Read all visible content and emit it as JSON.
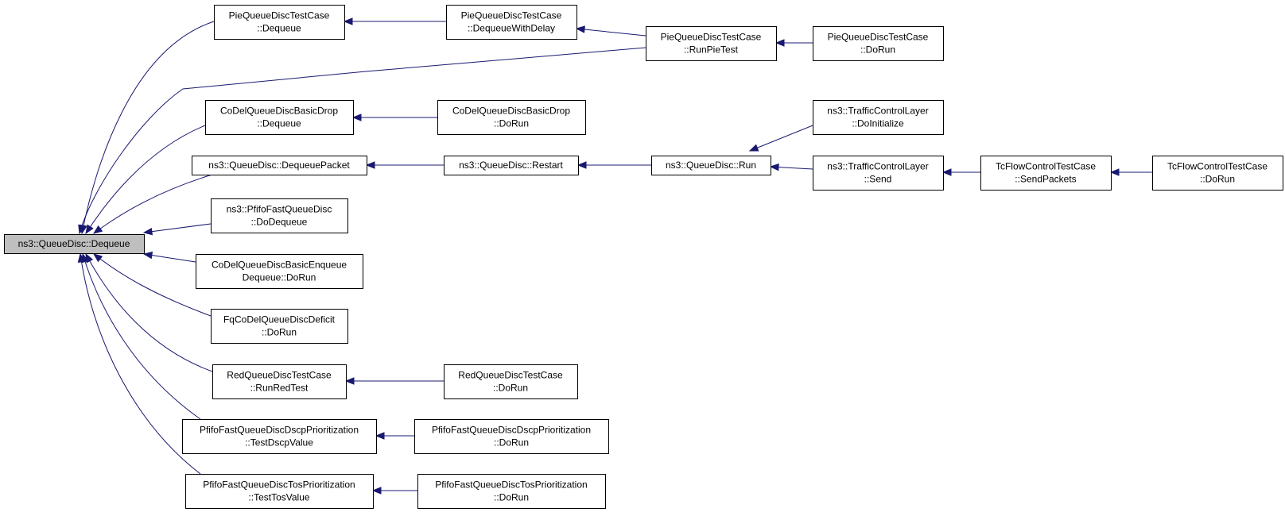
{
  "colors": {
    "edge": "#191970",
    "node_border": "#000000",
    "node_fill": "#ffffff",
    "focus_fill": "#bfbfbf"
  },
  "nodes": [
    {
      "id": "qd_dequeue",
      "lines": [
        "ns3::QueueDisc::Dequeue"
      ],
      "focus": true
    },
    {
      "id": "pie_dequeue",
      "lines": [
        "PieQueueDiscTestCase",
        "::Dequeue"
      ]
    },
    {
      "id": "pie_dequeue_delay",
      "lines": [
        "PieQueueDiscTestCase",
        "::DequeueWithDelay"
      ]
    },
    {
      "id": "pie_runpietest",
      "lines": [
        "PieQueueDiscTestCase",
        "::RunPieTest"
      ]
    },
    {
      "id": "pie_dorun",
      "lines": [
        "PieQueueDiscTestCase",
        "::DoRun"
      ]
    },
    {
      "id": "codel_drop_dequeue",
      "lines": [
        "CoDelQueueDiscBasicDrop",
        "::Dequeue"
      ]
    },
    {
      "id": "codel_drop_dorun",
      "lines": [
        "CoDelQueueDiscBasicDrop",
        "::DoRun"
      ]
    },
    {
      "id": "qd_dequeuepacket",
      "lines": [
        "ns3::QueueDisc::DequeuePacket"
      ]
    },
    {
      "id": "qd_restart",
      "lines": [
        "ns3::QueueDisc::Restart"
      ]
    },
    {
      "id": "qd_run",
      "lines": [
        "ns3::QueueDisc::Run"
      ]
    },
    {
      "id": "tcl_doinit",
      "lines": [
        "ns3::TrafficControlLayer",
        "::DoInitialize"
      ]
    },
    {
      "id": "tcl_send",
      "lines": [
        "ns3::TrafficControlLayer",
        "::Send"
      ]
    },
    {
      "id": "tcflow_send",
      "lines": [
        "TcFlowControlTestCase",
        "::SendPackets"
      ]
    },
    {
      "id": "tcflow_dorun",
      "lines": [
        "TcFlowControlTestCase",
        "::DoRun"
      ]
    },
    {
      "id": "pfifo_dodequeue",
      "lines": [
        "ns3::PfifoFastQueueDisc",
        "::DoDequeue"
      ]
    },
    {
      "id": "codel_enq_dorun",
      "lines": [
        "CoDelQueueDiscBasicEnqueue",
        "Dequeue::DoRun"
      ]
    },
    {
      "id": "fqcodel_deficit",
      "lines": [
        "FqCoDelQueueDiscDeficit",
        "::DoRun"
      ]
    },
    {
      "id": "red_runredtest",
      "lines": [
        "RedQueueDiscTestCase",
        "::RunRedTest"
      ]
    },
    {
      "id": "red_dorun",
      "lines": [
        "RedQueueDiscTestCase",
        "::DoRun"
      ]
    },
    {
      "id": "pfifo_dscp_test",
      "lines": [
        "PfifoFastQueueDiscDscpPrioritization",
        "::TestDscpValue"
      ]
    },
    {
      "id": "pfifo_dscp_dorun",
      "lines": [
        "PfifoFastQueueDiscDscpPrioritization",
        "::DoRun"
      ]
    },
    {
      "id": "pfifo_tos_test",
      "lines": [
        "PfifoFastQueueDiscTosPrioritization",
        "::TestTosValue"
      ]
    },
    {
      "id": "pfifo_tos_dorun",
      "lines": [
        "PfifoFastQueueDiscTosPrioritization",
        "::DoRun"
      ]
    }
  ],
  "edges": [
    {
      "from": "pie_dequeue",
      "to": "qd_dequeue"
    },
    {
      "from": "pie_runpietest",
      "to": "qd_dequeue"
    },
    {
      "from": "codel_drop_dequeue",
      "to": "qd_dequeue"
    },
    {
      "from": "qd_dequeuepacket",
      "to": "qd_dequeue"
    },
    {
      "from": "pfifo_dodequeue",
      "to": "qd_dequeue"
    },
    {
      "from": "codel_enq_dorun",
      "to": "qd_dequeue"
    },
    {
      "from": "fqcodel_deficit",
      "to": "qd_dequeue"
    },
    {
      "from": "red_runredtest",
      "to": "qd_dequeue"
    },
    {
      "from": "pfifo_dscp_test",
      "to": "qd_dequeue"
    },
    {
      "from": "pfifo_tos_test",
      "to": "qd_dequeue"
    },
    {
      "from": "pie_dequeue_delay",
      "to": "pie_dequeue"
    },
    {
      "from": "pie_runpietest",
      "to": "pie_dequeue_delay"
    },
    {
      "from": "pie_dorun",
      "to": "pie_runpietest"
    },
    {
      "from": "codel_drop_dorun",
      "to": "codel_drop_dequeue"
    },
    {
      "from": "qd_restart",
      "to": "qd_dequeuepacket"
    },
    {
      "from": "qd_run",
      "to": "qd_restart"
    },
    {
      "from": "tcl_doinit",
      "to": "qd_run"
    },
    {
      "from": "tcl_send",
      "to": "qd_run"
    },
    {
      "from": "tcflow_send",
      "to": "tcl_send"
    },
    {
      "from": "tcflow_dorun",
      "to": "tcflow_send"
    },
    {
      "from": "red_dorun",
      "to": "red_runredtest"
    },
    {
      "from": "pfifo_dscp_dorun",
      "to": "pfifo_dscp_test"
    },
    {
      "from": "pfifo_tos_dorun",
      "to": "pfifo_tos_test"
    }
  ]
}
